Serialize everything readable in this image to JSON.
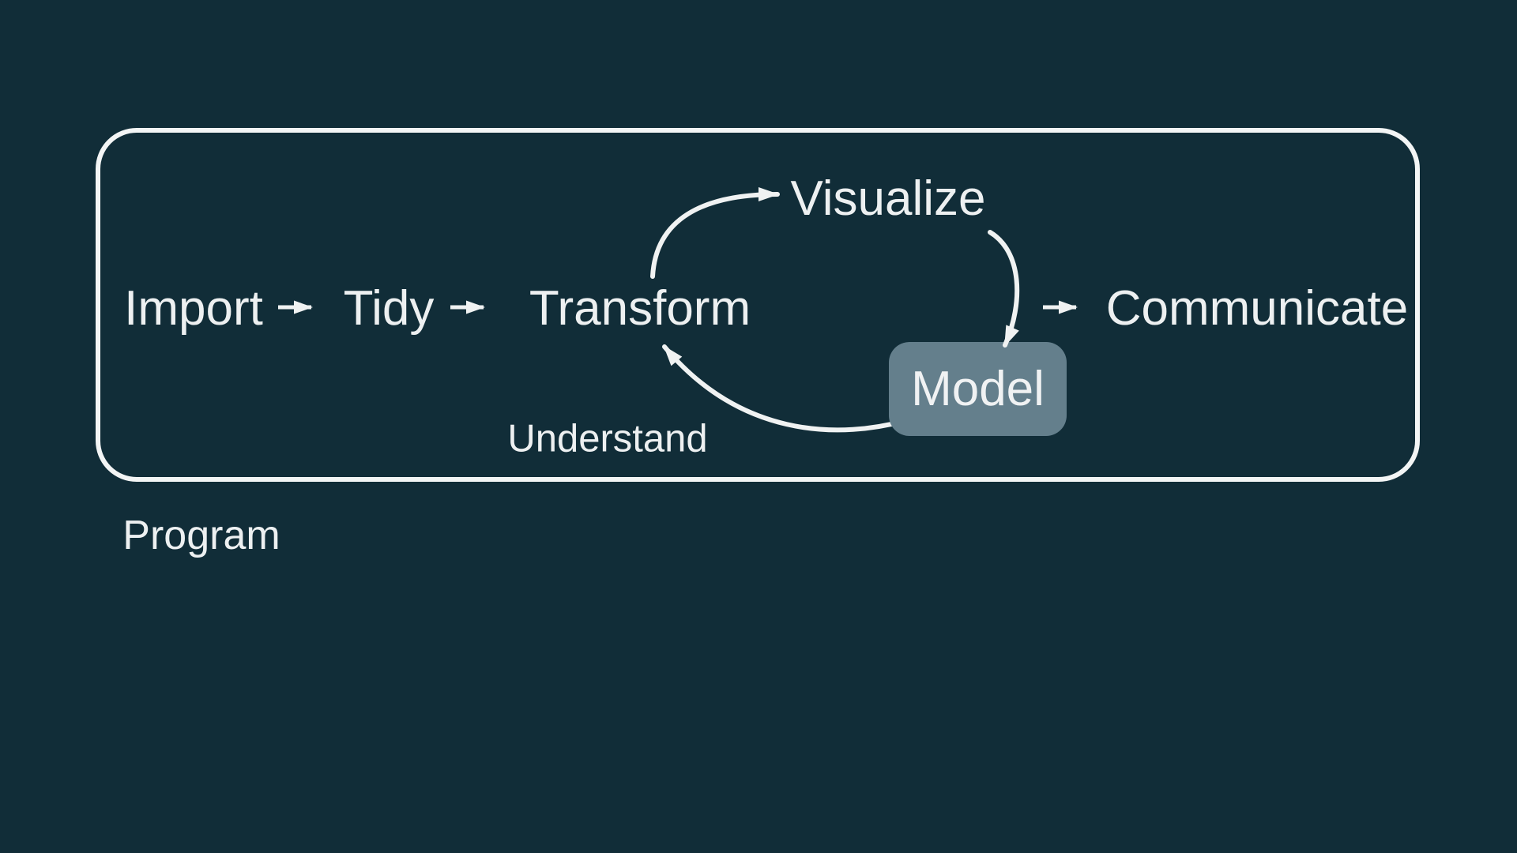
{
  "diagram": {
    "title": null,
    "nodes": {
      "import": "Import",
      "tidy": "Tidy",
      "transform": "Transform",
      "visualize": "Visualize",
      "model": "Model",
      "communicate": "Communicate"
    },
    "labels": {
      "understand": "Understand",
      "program": "Program"
    },
    "edges": [
      {
        "from": "Import",
        "to": "Tidy",
        "style": "straight"
      },
      {
        "from": "Tidy",
        "to": "Transform",
        "style": "straight"
      },
      {
        "from": "Transform",
        "to": "Visualize",
        "style": "curved"
      },
      {
        "from": "Visualize",
        "to": "Model",
        "style": "curved"
      },
      {
        "from": "Model",
        "to": "Transform",
        "style": "curved"
      },
      {
        "from": "Model",
        "to": "Communicate",
        "style": "straight"
      }
    ],
    "groups": [
      {
        "label": "Understand",
        "members": [
          "Transform",
          "Visualize",
          "Model"
        ],
        "shape": "cycle"
      },
      {
        "label": "Program",
        "members": [
          "Import",
          "Tidy",
          "Transform",
          "Visualize",
          "Model",
          "Communicate"
        ],
        "shape": "rounded-rectangle"
      }
    ],
    "colors": {
      "background": "#112D38",
      "text": "#EDF0F1",
      "frame_border": "#F3F5F5",
      "model_box_fill": "#647F8C",
      "arrow": "#F0F2F2"
    }
  }
}
